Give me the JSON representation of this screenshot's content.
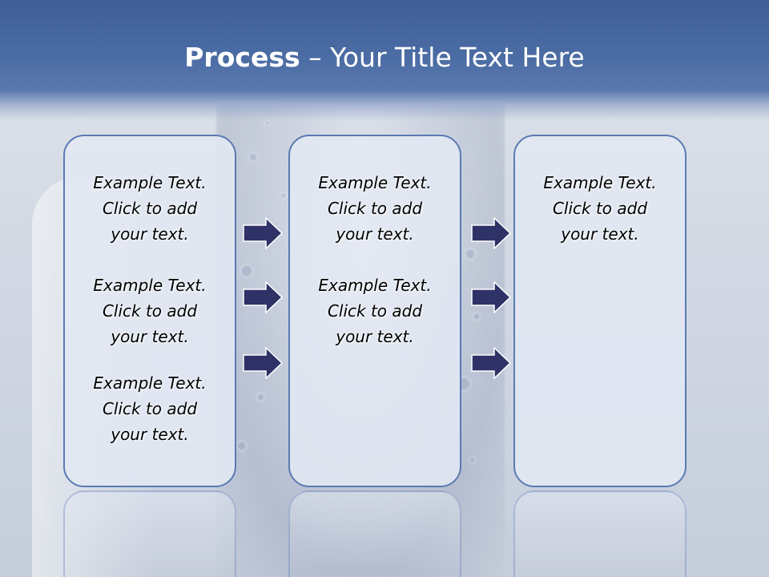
{
  "title": {
    "bold": "Process",
    "rest": "  – Your Title Text Here"
  },
  "columns": [
    {
      "items": [
        {
          "line1": "Example Text.",
          "line2": "Click  to add",
          "line3": "your text."
        },
        {
          "line1": "Example Text.",
          "line2": "Click  to add",
          "line3": "your text."
        },
        {
          "line1": "Example Text.",
          "line2": "Click  to add",
          "line3": "your text."
        }
      ]
    },
    {
      "items": [
        {
          "line1": "Example Text.",
          "line2": "Click  to add",
          "line3": "your text."
        },
        {
          "line1": "Example Text.",
          "line2": "Click  to add",
          "line3": "your text."
        }
      ]
    },
    {
      "items": [
        {
          "line1": "Example Text.",
          "line2": "Click  to add",
          "line3": "your text."
        }
      ]
    }
  ],
  "colors": {
    "title_band": "#4a6ba3",
    "box_border": "#5a7ab3",
    "arrow_fill": "#2f3266"
  },
  "icons": [
    "arrow-right-icon"
  ]
}
